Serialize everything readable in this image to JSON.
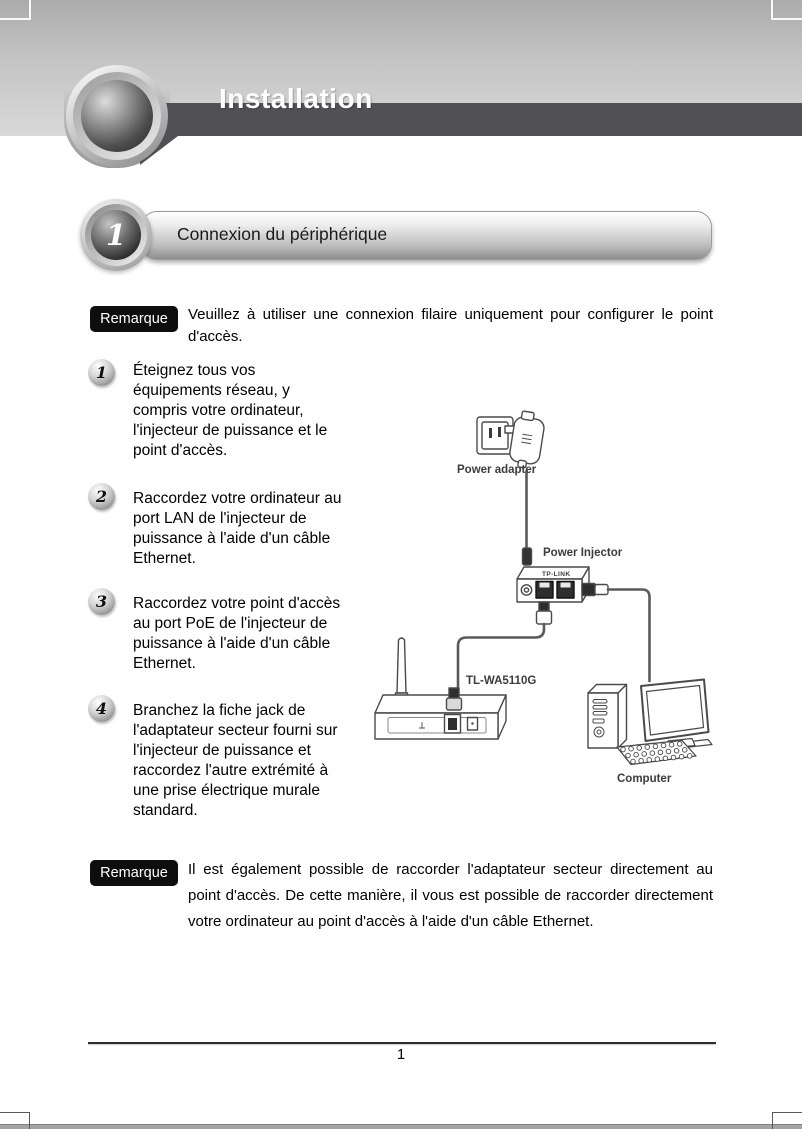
{
  "header": {
    "title": "Installation"
  },
  "section": {
    "number": "1",
    "title": "Connexion du périphérique"
  },
  "note1": {
    "badge": "Remarque",
    "text": "Veuillez à utiliser une connexion filaire uniquement pour configurer le point d'accès."
  },
  "steps": [
    {
      "number": "1",
      "lines": [
        "Éteignez tous vos",
        "équipements réseau, y",
        "compris votre ordinateur,",
        "l'injecteur de puissance et le",
        "point d'accès."
      ]
    },
    {
      "number": "2",
      "lines": [
        "Raccordez votre ordinateur au",
        "port LAN de l'injecteur de",
        "puissance à l'aide d'un câble",
        "Ethernet."
      ]
    },
    {
      "number": "3",
      "lines": [
        "Raccordez votre point d'accès",
        "au port PoE de l'injecteur de",
        "puissance à l'aide d'un câble",
        "Ethernet."
      ]
    },
    {
      "number": "4",
      "lines": [
        "Branchez la fiche jack de",
        "l'adaptateur secteur fourni sur",
        "l'injecteur de puissance et",
        "raccordez l'autre extrémité à",
        "une prise électrique murale",
        "standard."
      ]
    }
  ],
  "diagram": {
    "labels": {
      "power_adapter": "Power adapter",
      "power_injector": "Power Injector",
      "access_point": "TL-WA5110G",
      "computer": "Computer",
      "brand": "TP-LINK"
    }
  },
  "note2": {
    "badge": "Remarque",
    "text": "Il est également possible de raccorder l'adaptateur secteur directement au point d'accès. De cette manière, il vous est possible de raccorder directement votre ordinateur au point d'accès à l'aide d'un câble Ethernet."
  },
  "footer": {
    "page_number": "1"
  },
  "colors": {
    "header_band": "#515155",
    "note_badge_bg": "#0e0e0e",
    "diagram_stroke": "#4a4a4a",
    "text": "#000000"
  }
}
